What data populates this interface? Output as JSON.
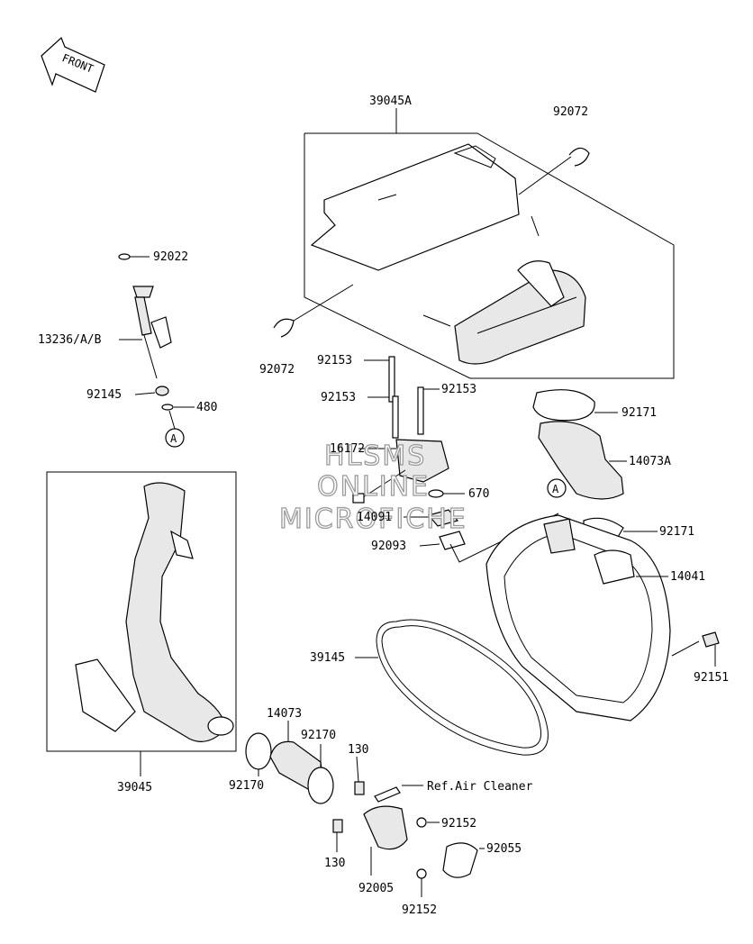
{
  "front_arrow": {
    "label": "FRONT"
  },
  "watermark": {
    "lines": [
      "HLSMS",
      "ONLINE",
      "MICROFICHE"
    ]
  },
  "callout_letter": "A",
  "part_labels": {
    "p39045A": "39045A",
    "p92072_top": "92072",
    "p92072_left": "92072",
    "p92022": "92022",
    "p13236": "13236/A/B",
    "p92145": "92145",
    "p480": "480",
    "p92153_a": "92153",
    "p92153_b": "92153",
    "p92153_c": "92153",
    "p92171_a": "92171",
    "p92171_b": "92171",
    "p14073A": "14073A",
    "p16172": "16172",
    "p670": "670",
    "p14091": "14091",
    "p92093": "92093",
    "p14041": "14041",
    "p39145": "39145",
    "p92151": "92151",
    "p39045": "39045",
    "p14073": "14073",
    "p92170_a": "92170",
    "p92170_b": "92170",
    "p130_a": "130",
    "p130_b": "130",
    "pRef": "Ref.Air Cleaner",
    "p92152_a": "92152",
    "p92152_b": "92152",
    "p92055": "92055",
    "p92005": "92005"
  }
}
